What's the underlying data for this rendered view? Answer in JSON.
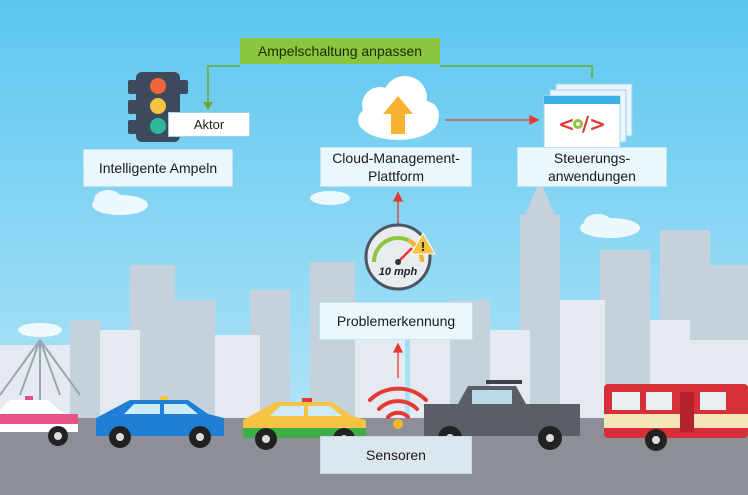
{
  "banner": "Ampelschaltung anpassen",
  "nodes": {
    "actuator": "Aktor",
    "traffic_lights": "Intelligente Ampeln",
    "cloud_line1": "Cloud-Management-",
    "cloud_line2": "Plattform",
    "apps_line1": "Steuerungs-",
    "apps_line2": "anwendungen",
    "problem": "Problemerkennung",
    "sensors": "Sensoren"
  },
  "speed_label": "10 mph",
  "colors": {
    "sky": "#5fc7ee",
    "banner": "#8cc63f",
    "road": "#8d8f96",
    "arrow_red": "#e53935",
    "arrow_green": "#6aaa2a"
  },
  "icons": [
    "traffic-light-icon",
    "cloud-upload-icon",
    "code-window-icon",
    "speedometer-icon",
    "warning-icon",
    "wifi-signal-icon"
  ]
}
